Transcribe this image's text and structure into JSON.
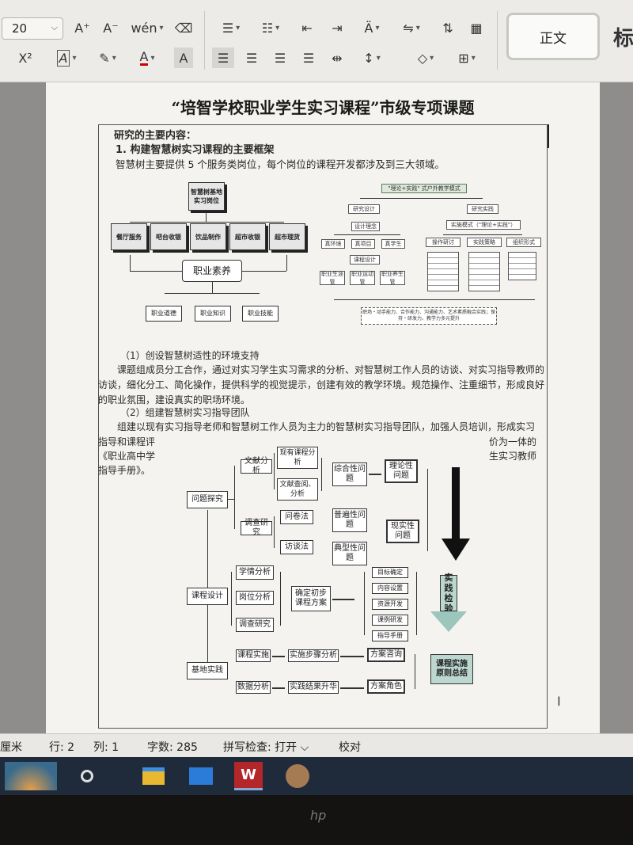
{
  "toolbar": {
    "font_size": "20",
    "grow_font_icon": "A⁺",
    "shrink_font_icon": "A⁻",
    "pinyin_icon": "wén",
    "clear_format_icon": "⌫",
    "superscript_icon": "X²",
    "text_effect_icon": "A",
    "highlight_icon": "✎",
    "font_color_icon": "A",
    "char_shading_icon": "A",
    "style_normal": "正文",
    "style_next": "标"
  },
  "document": {
    "title": "“培智学校职业学生实习课程”市级专项课题",
    "section_heading": "研究的主要内容：",
    "sub_heading": "1. 构建智慧树实习课程的主要框架",
    "intro": "智慧树主要提供 5 个服务类岗位，每个岗位的课程开发都涉及到三大领域。",
    "diagram_left": {
      "top": "智慧树基地实习岗位",
      "posts": [
        "餐厅服务",
        "吧台收银",
        "饮品制作",
        "超市收银",
        "超市理货"
      ],
      "core": "职业素养",
      "areas": [
        "职业道德",
        "职业知识",
        "职业技能"
      ]
    },
    "diagram_right": {
      "top": "\"理论+实践\" 式户外教学模式",
      "level2": [
        "研究设计",
        "研究实践"
      ],
      "l3a": "设计理念",
      "l3b": "实施模式（\"理论+实践\"）",
      "l4a": [
        "真环境",
        "真项目",
        "真学生"
      ],
      "l4b": [
        "操作研讨",
        "实践策略",
        "组织形式"
      ],
      "course": "课程设计",
      "courses": [
        "职业生涯管",
        "职业运动管",
        "职业养生管"
      ],
      "bottom": "职场・动手能力、合作能力、沟通能力、艺术素质融合实践；保持・研发力、教学力多元提升"
    },
    "p1_heading": "（1）创设智慧树适性的环境支持",
    "p1_body": "课题组成员分工合作，通过对实习学生实习需求的分析、对智慧树工作人员的访谈、对实习指导教师的访谈，细化分工、简化操作，提供科学的视觉提示，创建有效的教学环境。规范操作、注重细节，形成良好的职业氛围，建设真实的职场环境。",
    "p2_heading": "（2）组建智慧树实习指导团队",
    "p2_line1": "组建以现有实习指导老师和智慧树工作人员为主力的智慧树实习指导团队，加强人员培训，形成实习",
    "p2_left1": "指导和课程评",
    "p2_right1": "价为一体的",
    "p2_left2": "《职业高中学",
    "p2_right2": "生实习教师",
    "p2_left3": "指导手册》。",
    "flow": {
      "stage1": "问题探究",
      "lit": "文献分析",
      "lit1": "现有课程分析",
      "lit2": "文献查阅、分析",
      "comp": "综合性问题",
      "theory": "理论性问题",
      "survey": "调查研究",
      "quest": "问卷法",
      "interview": "访谈法",
      "common": "普遍性问题",
      "typical": "典型性问题",
      "real": "现实性问题",
      "stage2": "课程设计",
      "need": "学情分析",
      "post": "岗位分析",
      "research": "调查研究",
      "plan": "确定初步课程方案",
      "items": [
        "目标确定",
        "内容设置",
        "资源开发",
        "课例研发",
        "指导手册"
      ],
      "stage3": "基地实践",
      "impl": "课程实施",
      "steps": "实施步骤分析",
      "consult": "方案咨询",
      "data": "数据分析",
      "upgrade": "实践结果升华",
      "role": "方案角色",
      "verify": "实践检验",
      "summary": "课程实施原则总结"
    }
  },
  "status": {
    "unit": "厘米",
    "row": "行: 2",
    "col": "列: 1",
    "words": "字数: 285",
    "spell": "拼写检查: 打开",
    "proof": "校对"
  }
}
